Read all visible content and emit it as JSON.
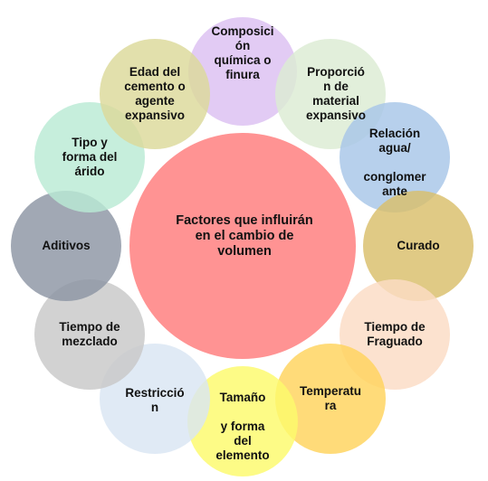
{
  "center": {
    "lines": [
      "Factores que influirán",
      "en el cambio  de",
      "volumen"
    ],
    "color": "#ff7b7b"
  },
  "nodes": [
    {
      "id": "composicion",
      "lines": [
        "Composici",
        "ón",
        "química  o",
        "finura"
      ],
      "color": "#dcc0f2"
    },
    {
      "id": "proporcion",
      "lines": [
        "Proporció",
        "n de",
        "material",
        "expansivo"
      ],
      "color": "#dcebd3"
    },
    {
      "id": "relacion",
      "lines": [
        "Relación",
        "agua/",
        "",
        "conglomer",
        "ante"
      ],
      "color": "#a7c6e8"
    },
    {
      "id": "curado",
      "lines": [
        "Curado"
      ],
      "color": "#d9be6a"
    },
    {
      "id": "fraguado",
      "lines": [
        "Tiempo  de",
        "Fraguado"
      ],
      "color": "#fbdcc5"
    },
    {
      "id": "temperatura",
      "lines": [
        "Temperatu",
        "ra"
      ],
      "color": "#ffd35c"
    },
    {
      "id": "tamano",
      "lines": [
        "Tamaño",
        "",
        "y forma",
        "del",
        "elemento"
      ],
      "color": "#fdfa6b"
    },
    {
      "id": "restriccion",
      "lines": [
        "Restricció",
        "n"
      ],
      "color": "#d9e5f3"
    },
    {
      "id": "mezclado",
      "lines": [
        "Tiempo  de",
        "mezclado"
      ],
      "color": "#c8c8c8"
    },
    {
      "id": "aditivos",
      "lines": [
        "Aditivos"
      ],
      "color": "#8c95a3"
    },
    {
      "id": "arido",
      "lines": [
        "Tipo y",
        "forma  del",
        "árido"
      ],
      "color": "#b9ead4"
    },
    {
      "id": "edad",
      "lines": [
        "Edad del",
        "cemento o",
        "agente",
        "expansivo"
      ],
      "color": "#dcd99a"
    }
  ]
}
